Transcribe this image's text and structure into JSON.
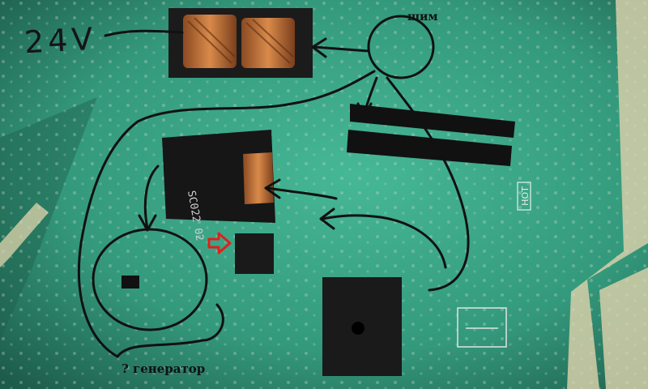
{
  "annotations": {
    "voltage_label": "24V",
    "pwm_label": "шим",
    "generator_label": "? генератор",
    "hot_label": "HOT",
    "transformer_marking": "SC022 02"
  },
  "colors": {
    "board": "#3fae8e",
    "board_shadow": "#24705a",
    "ink": "#111111",
    "red_arrow": "#e0201c",
    "copper": "#c8743c"
  }
}
